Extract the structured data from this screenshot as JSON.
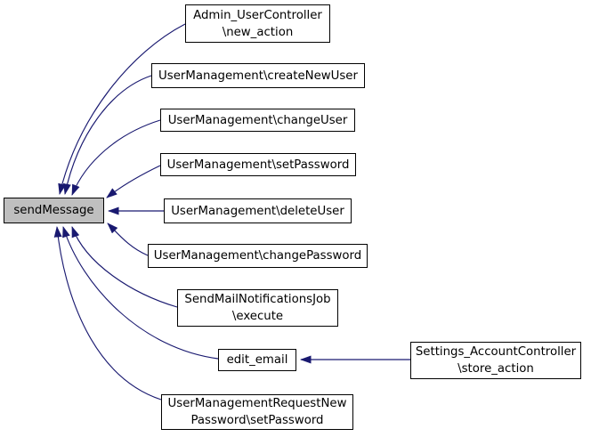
{
  "diagram": {
    "type": "caller-graph",
    "hub_function": "sendMessage",
    "colors": {
      "edge_color": "#191970",
      "node_border": "#000000",
      "node_fill": "#ffffff",
      "hub_fill": "#bfbfbf",
      "text_color": "#000000",
      "page_bg": "#ffffff"
    },
    "nodes": {
      "sendMessage": {
        "lines": [
          "sendMessage"
        ]
      },
      "new_action": {
        "lines": [
          "Admin_UserController",
          "\\new_action"
        ]
      },
      "createNewUser": {
        "lines": [
          "UserManagement\\createNewUser"
        ]
      },
      "changeUser": {
        "lines": [
          "UserManagement\\changeUser"
        ]
      },
      "setPassword": {
        "lines": [
          "UserManagement\\setPassword"
        ]
      },
      "deleteUser": {
        "lines": [
          "UserManagement\\deleteUser"
        ]
      },
      "changePassword": {
        "lines": [
          "UserManagement\\changePassword"
        ]
      },
      "execute": {
        "lines": [
          "SendMailNotificationsJob",
          "\\execute"
        ]
      },
      "edit_email": {
        "lines": [
          "edit_email"
        ]
      },
      "store_action": {
        "lines": [
          "Settings_AccountController",
          "\\store_action"
        ]
      },
      "request_new_password": {
        "lines": [
          "UserManagementRequestNew",
          "Password\\setPassword"
        ]
      }
    },
    "edges": [
      {
        "caller": "Admin_UserController\\new_action",
        "callee": "sendMessage"
      },
      {
        "caller": "UserManagement\\createNewUser",
        "callee": "sendMessage"
      },
      {
        "caller": "UserManagement\\changeUser",
        "callee": "sendMessage"
      },
      {
        "caller": "UserManagement\\setPassword",
        "callee": "sendMessage"
      },
      {
        "caller": "UserManagement\\deleteUser",
        "callee": "sendMessage"
      },
      {
        "caller": "UserManagement\\changePassword",
        "callee": "sendMessage"
      },
      {
        "caller": "SendMailNotificationsJob\\execute",
        "callee": "sendMessage"
      },
      {
        "caller": "edit_email",
        "callee": "sendMessage"
      },
      {
        "caller": "UserManagementRequestNewPassword\\setPassword",
        "callee": "sendMessage"
      },
      {
        "caller": "Settings_AccountController\\store_action",
        "callee": "edit_email"
      }
    ]
  }
}
